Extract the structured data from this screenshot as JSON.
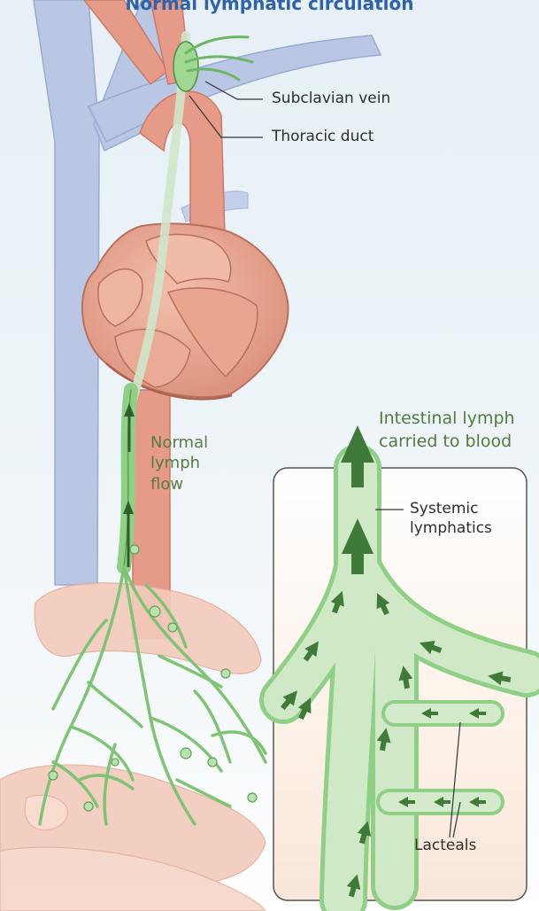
{
  "title": "Normal lymphatic circulation",
  "labels": {
    "subclavian_vein": "Subclavian vein",
    "thoracic_duct": "Thoracic duct",
    "normal_lymph_flow": [
      "Normal",
      "lymph",
      "flow"
    ],
    "intestinal_lymph": [
      "Intestinal lymph",
      "carried to blood"
    ],
    "systemic_lymphatics": [
      "Systemic",
      "lymphatics"
    ],
    "lacteals": "Lacteals"
  },
  "colors": {
    "title": "#2f63a8",
    "vein": "#b9c6e4",
    "artery": "#e69a88",
    "heart": "#e2a08a",
    "lymph": "#8fcf86",
    "lymph_dark": "#3f7a38",
    "label_green": "#5a7c42"
  }
}
